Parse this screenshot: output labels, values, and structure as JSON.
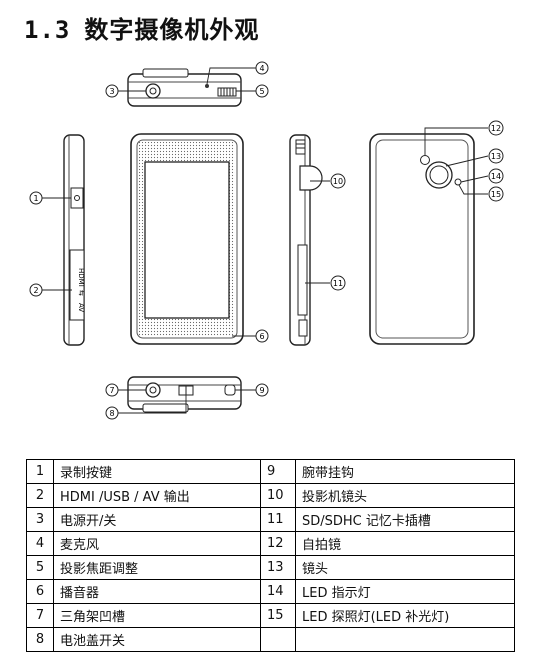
{
  "heading": {
    "number": "1.3",
    "text": "数字摄像机外观"
  },
  "figure": {
    "callouts": [
      "1",
      "2",
      "3",
      "4",
      "5",
      "6",
      "7",
      "8",
      "9",
      "10",
      "11",
      "12",
      "13",
      "14",
      "15"
    ],
    "side_labels": {
      "hdmi": "HDMI",
      "usb": "⇆",
      "av": "AV"
    }
  },
  "parts_table": {
    "rows": [
      {
        "n1": "1",
        "l1": "录制按键",
        "n2": "9",
        "l2": "腕带挂钩"
      },
      {
        "n1": "2",
        "l1": "HDMI /USB / AV 输出",
        "n2": "10",
        "l2": "投影机镜头"
      },
      {
        "n1": "3",
        "l1": "电源开/关",
        "n2": "11",
        "l2": "SD/SDHC 记忆卡插槽"
      },
      {
        "n1": "4",
        "l1": "麦克风",
        "n2": "12",
        "l2": "自拍镜"
      },
      {
        "n1": "5",
        "l1": "投影焦距调整",
        "n2": "13",
        "l2": "镜头"
      },
      {
        "n1": "6",
        "l1": "播音器",
        "n2": "14",
        "l2": "LED 指示灯"
      },
      {
        "n1": "7",
        "l1": "三角架凹槽",
        "n2": "15",
        "l2": "LED 探照灯(LED 补光灯)"
      },
      {
        "n1": "8",
        "l1": "电池盖开关",
        "n2": "",
        "l2": ""
      }
    ]
  }
}
